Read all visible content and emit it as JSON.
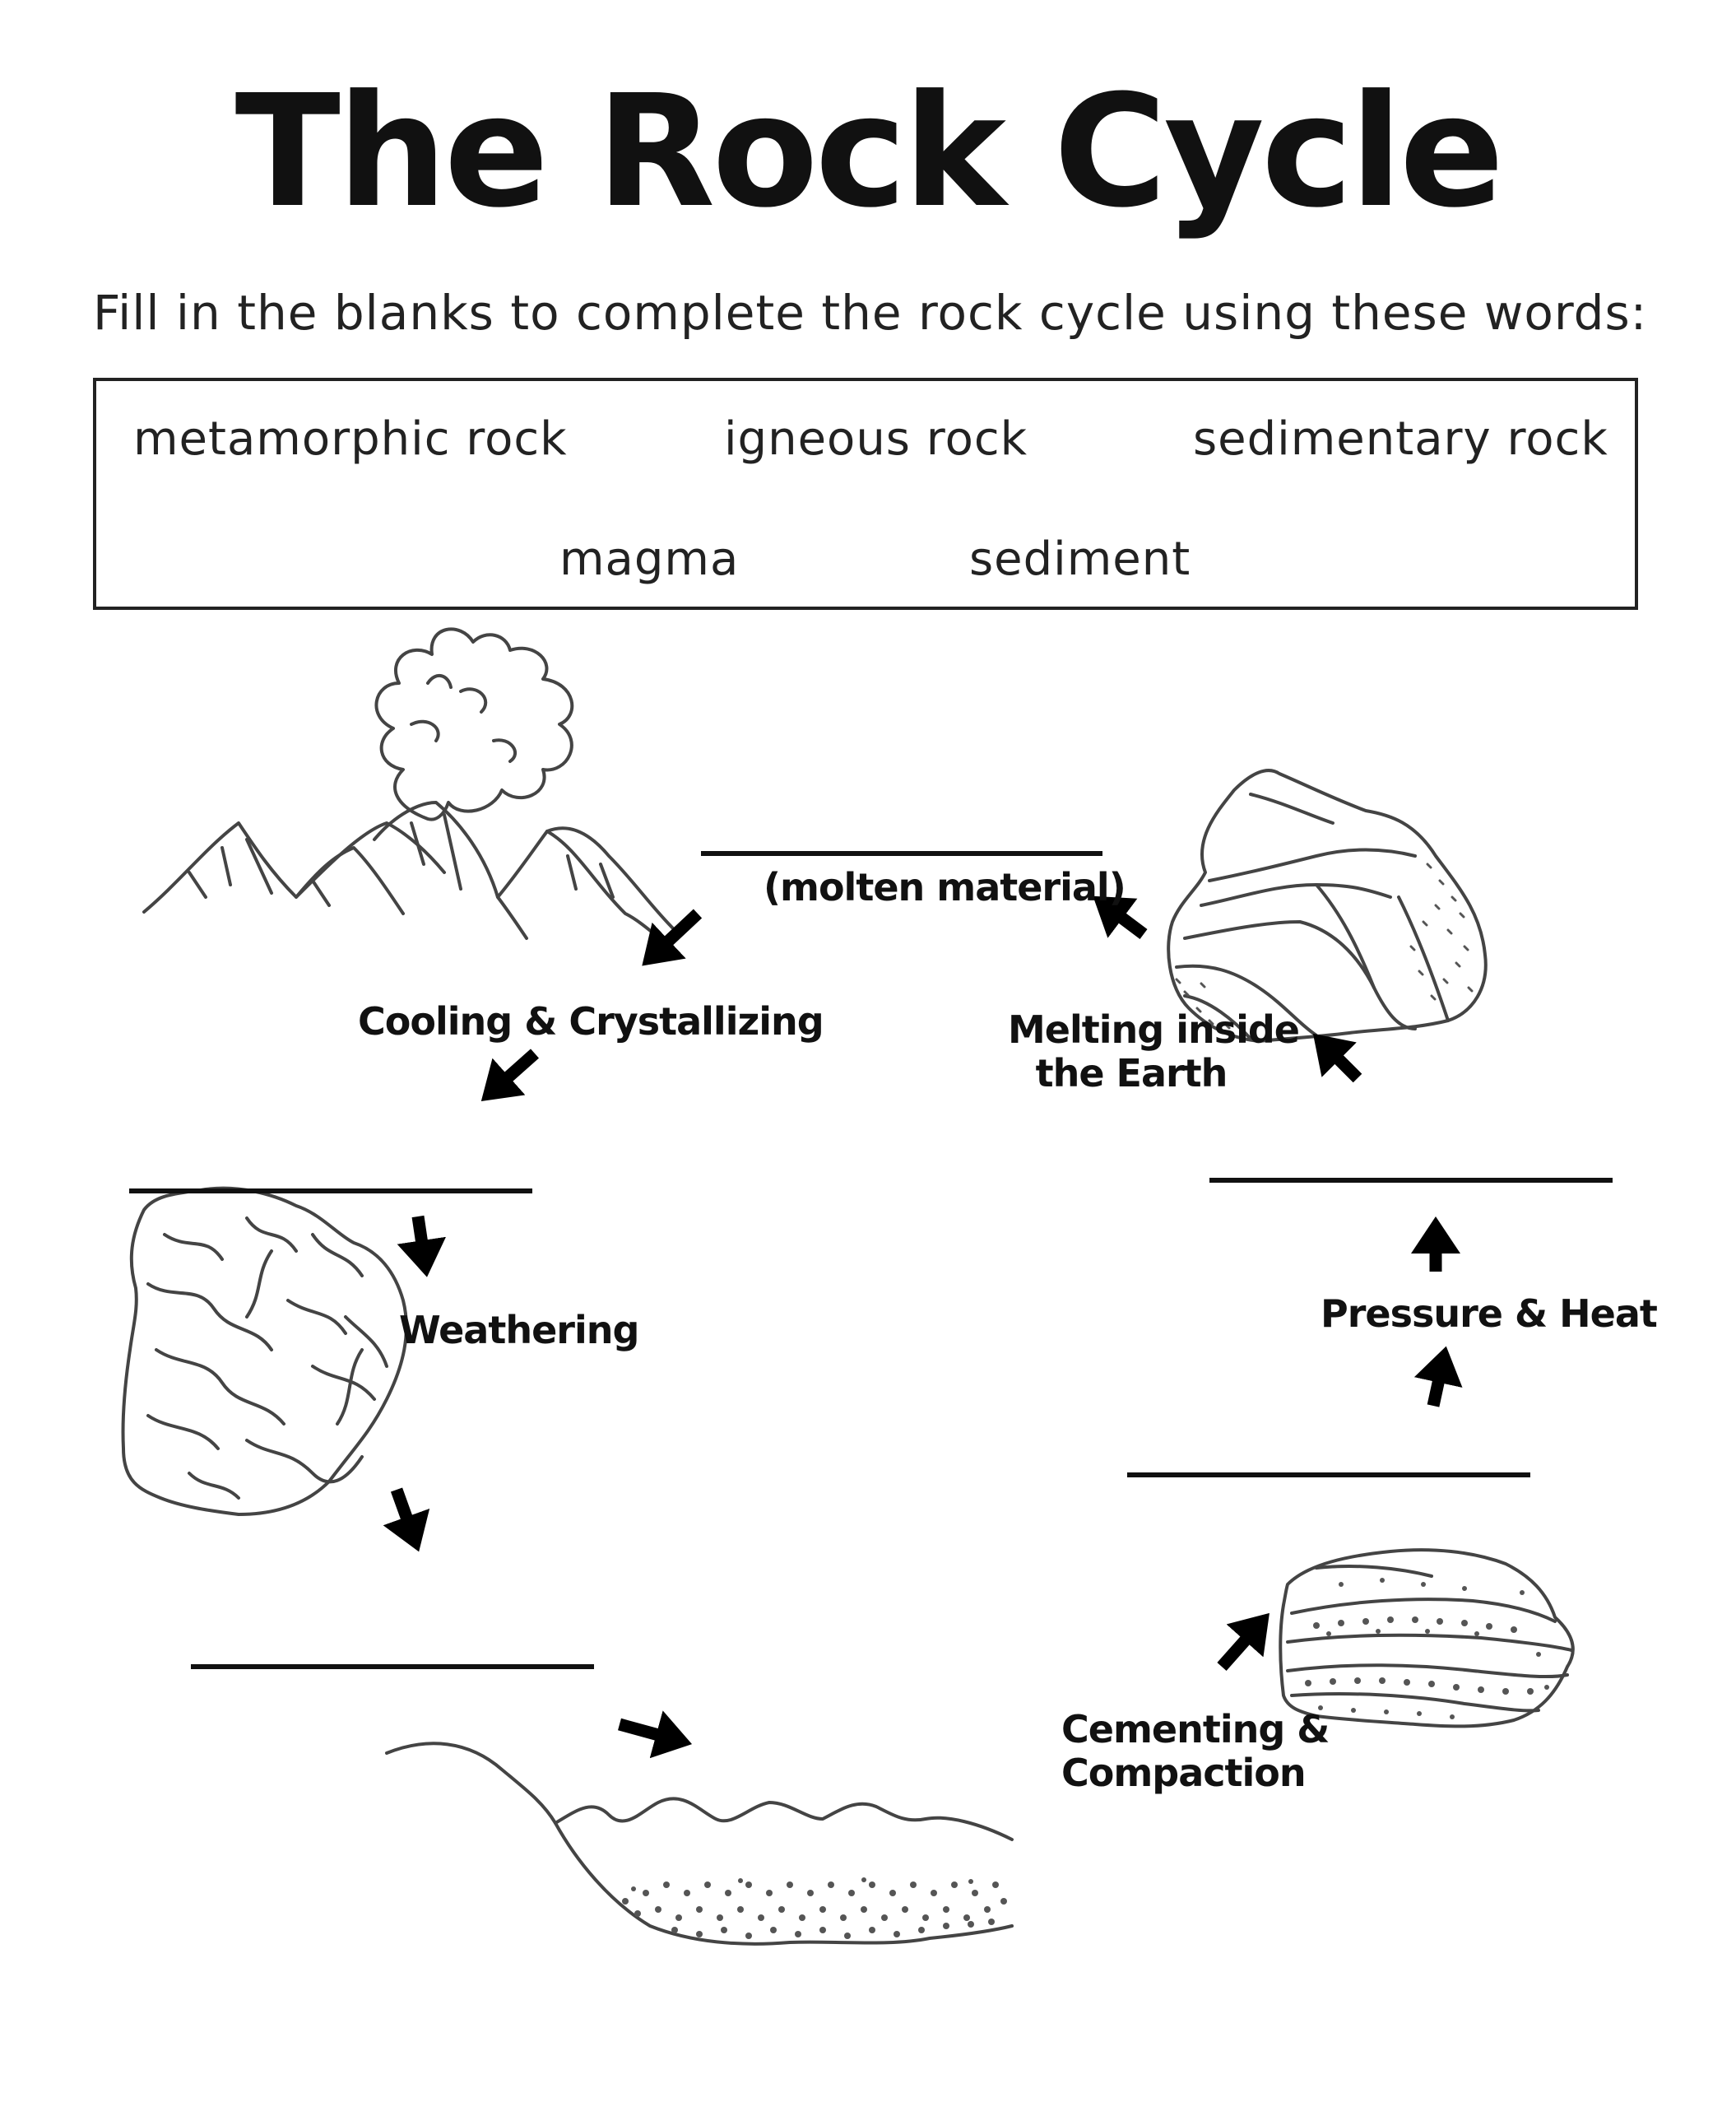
{
  "title": "The Rock Cycle",
  "instructions": "Fill in the blanks to complete the rock cycle using these words:",
  "word_bank": {
    "row1": [
      "metamorphic rock",
      "igneous rock",
      "sedimentary rock"
    ],
    "row2": [
      "magma",
      "sediment"
    ]
  },
  "labels": {
    "molten": "(molten material)",
    "cooling": "Cooling & Crystallizing",
    "melting_line1": "Melting inside",
    "melting_line2": "the Earth",
    "weathering": "Weathering",
    "pressure": "Pressure & Heat",
    "cementing_line1": "Cementing &",
    "cementing_line2": "Compaction"
  }
}
